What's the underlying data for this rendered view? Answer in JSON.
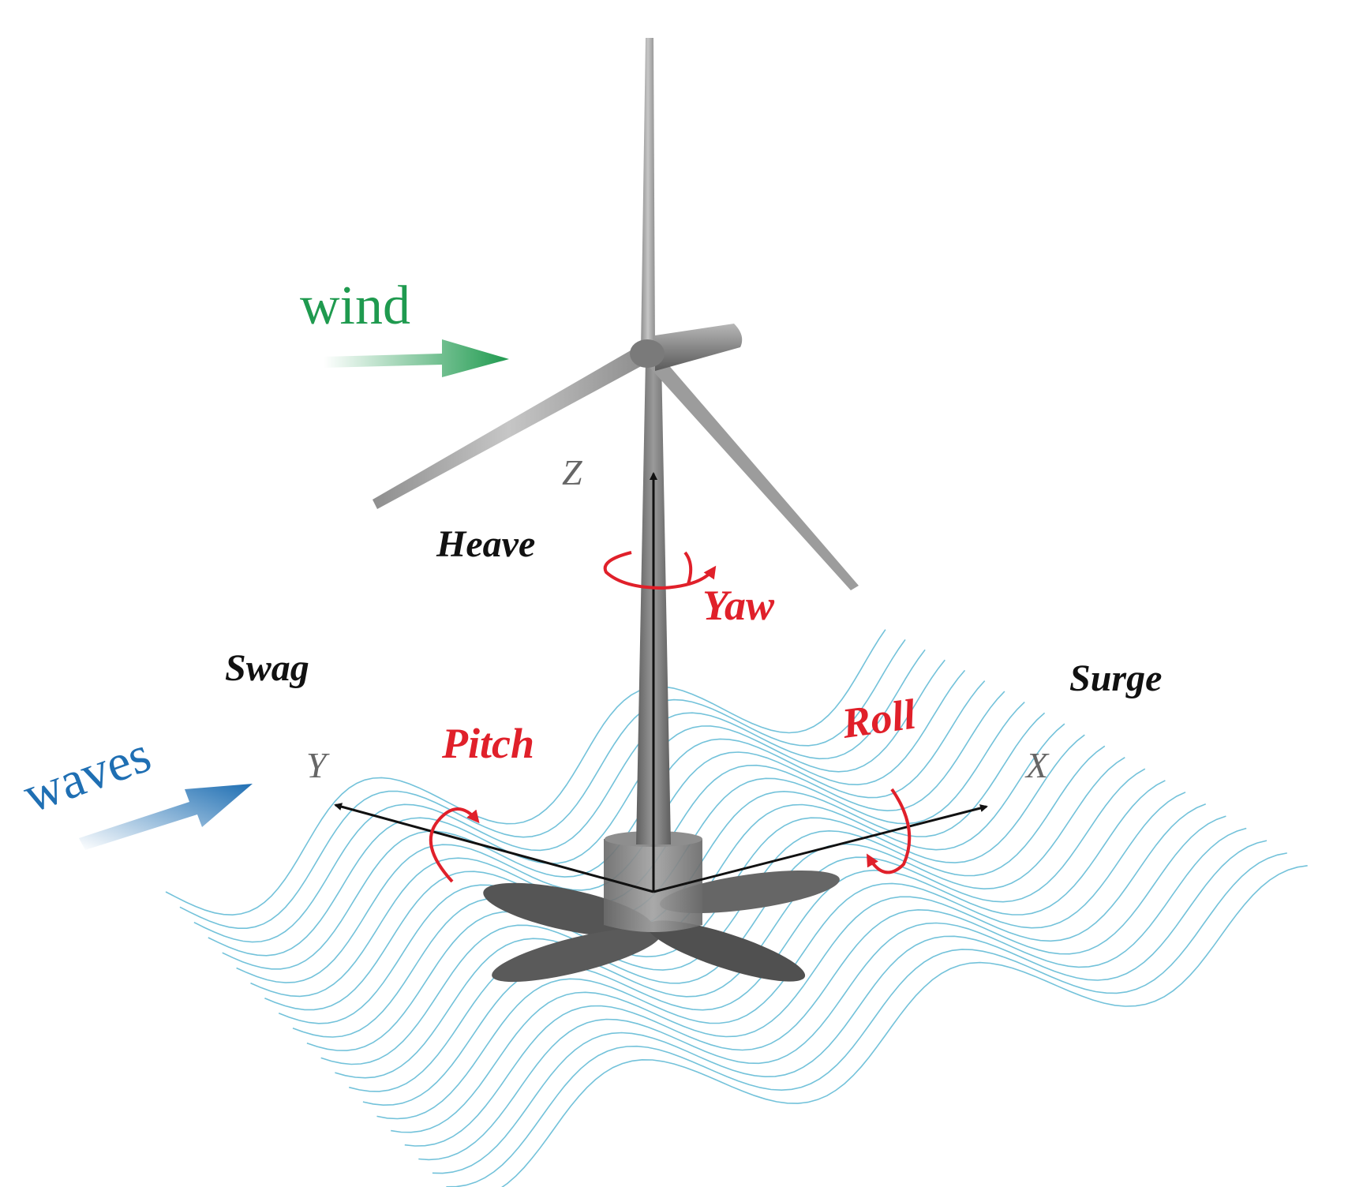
{
  "labels": {
    "wind": "wind",
    "waves": "waves",
    "z_axis": "Z",
    "y_axis": "Y",
    "x_axis": "X",
    "heave": "Heave",
    "yaw": "Yaw",
    "swag": "Swag",
    "pitch": "Pitch",
    "roll": "Roll",
    "surge": "Surge"
  },
  "colors": {
    "wind": "#1f9a4f",
    "waves": "#1f6fb3",
    "rotation": "#e0202a",
    "translation": "#111111",
    "axis_letter": "#666666",
    "sea_lines": "#5ab7d4",
    "tower": "#7a7a7a",
    "blades": "#a8a8a8",
    "platform": "#555555"
  }
}
